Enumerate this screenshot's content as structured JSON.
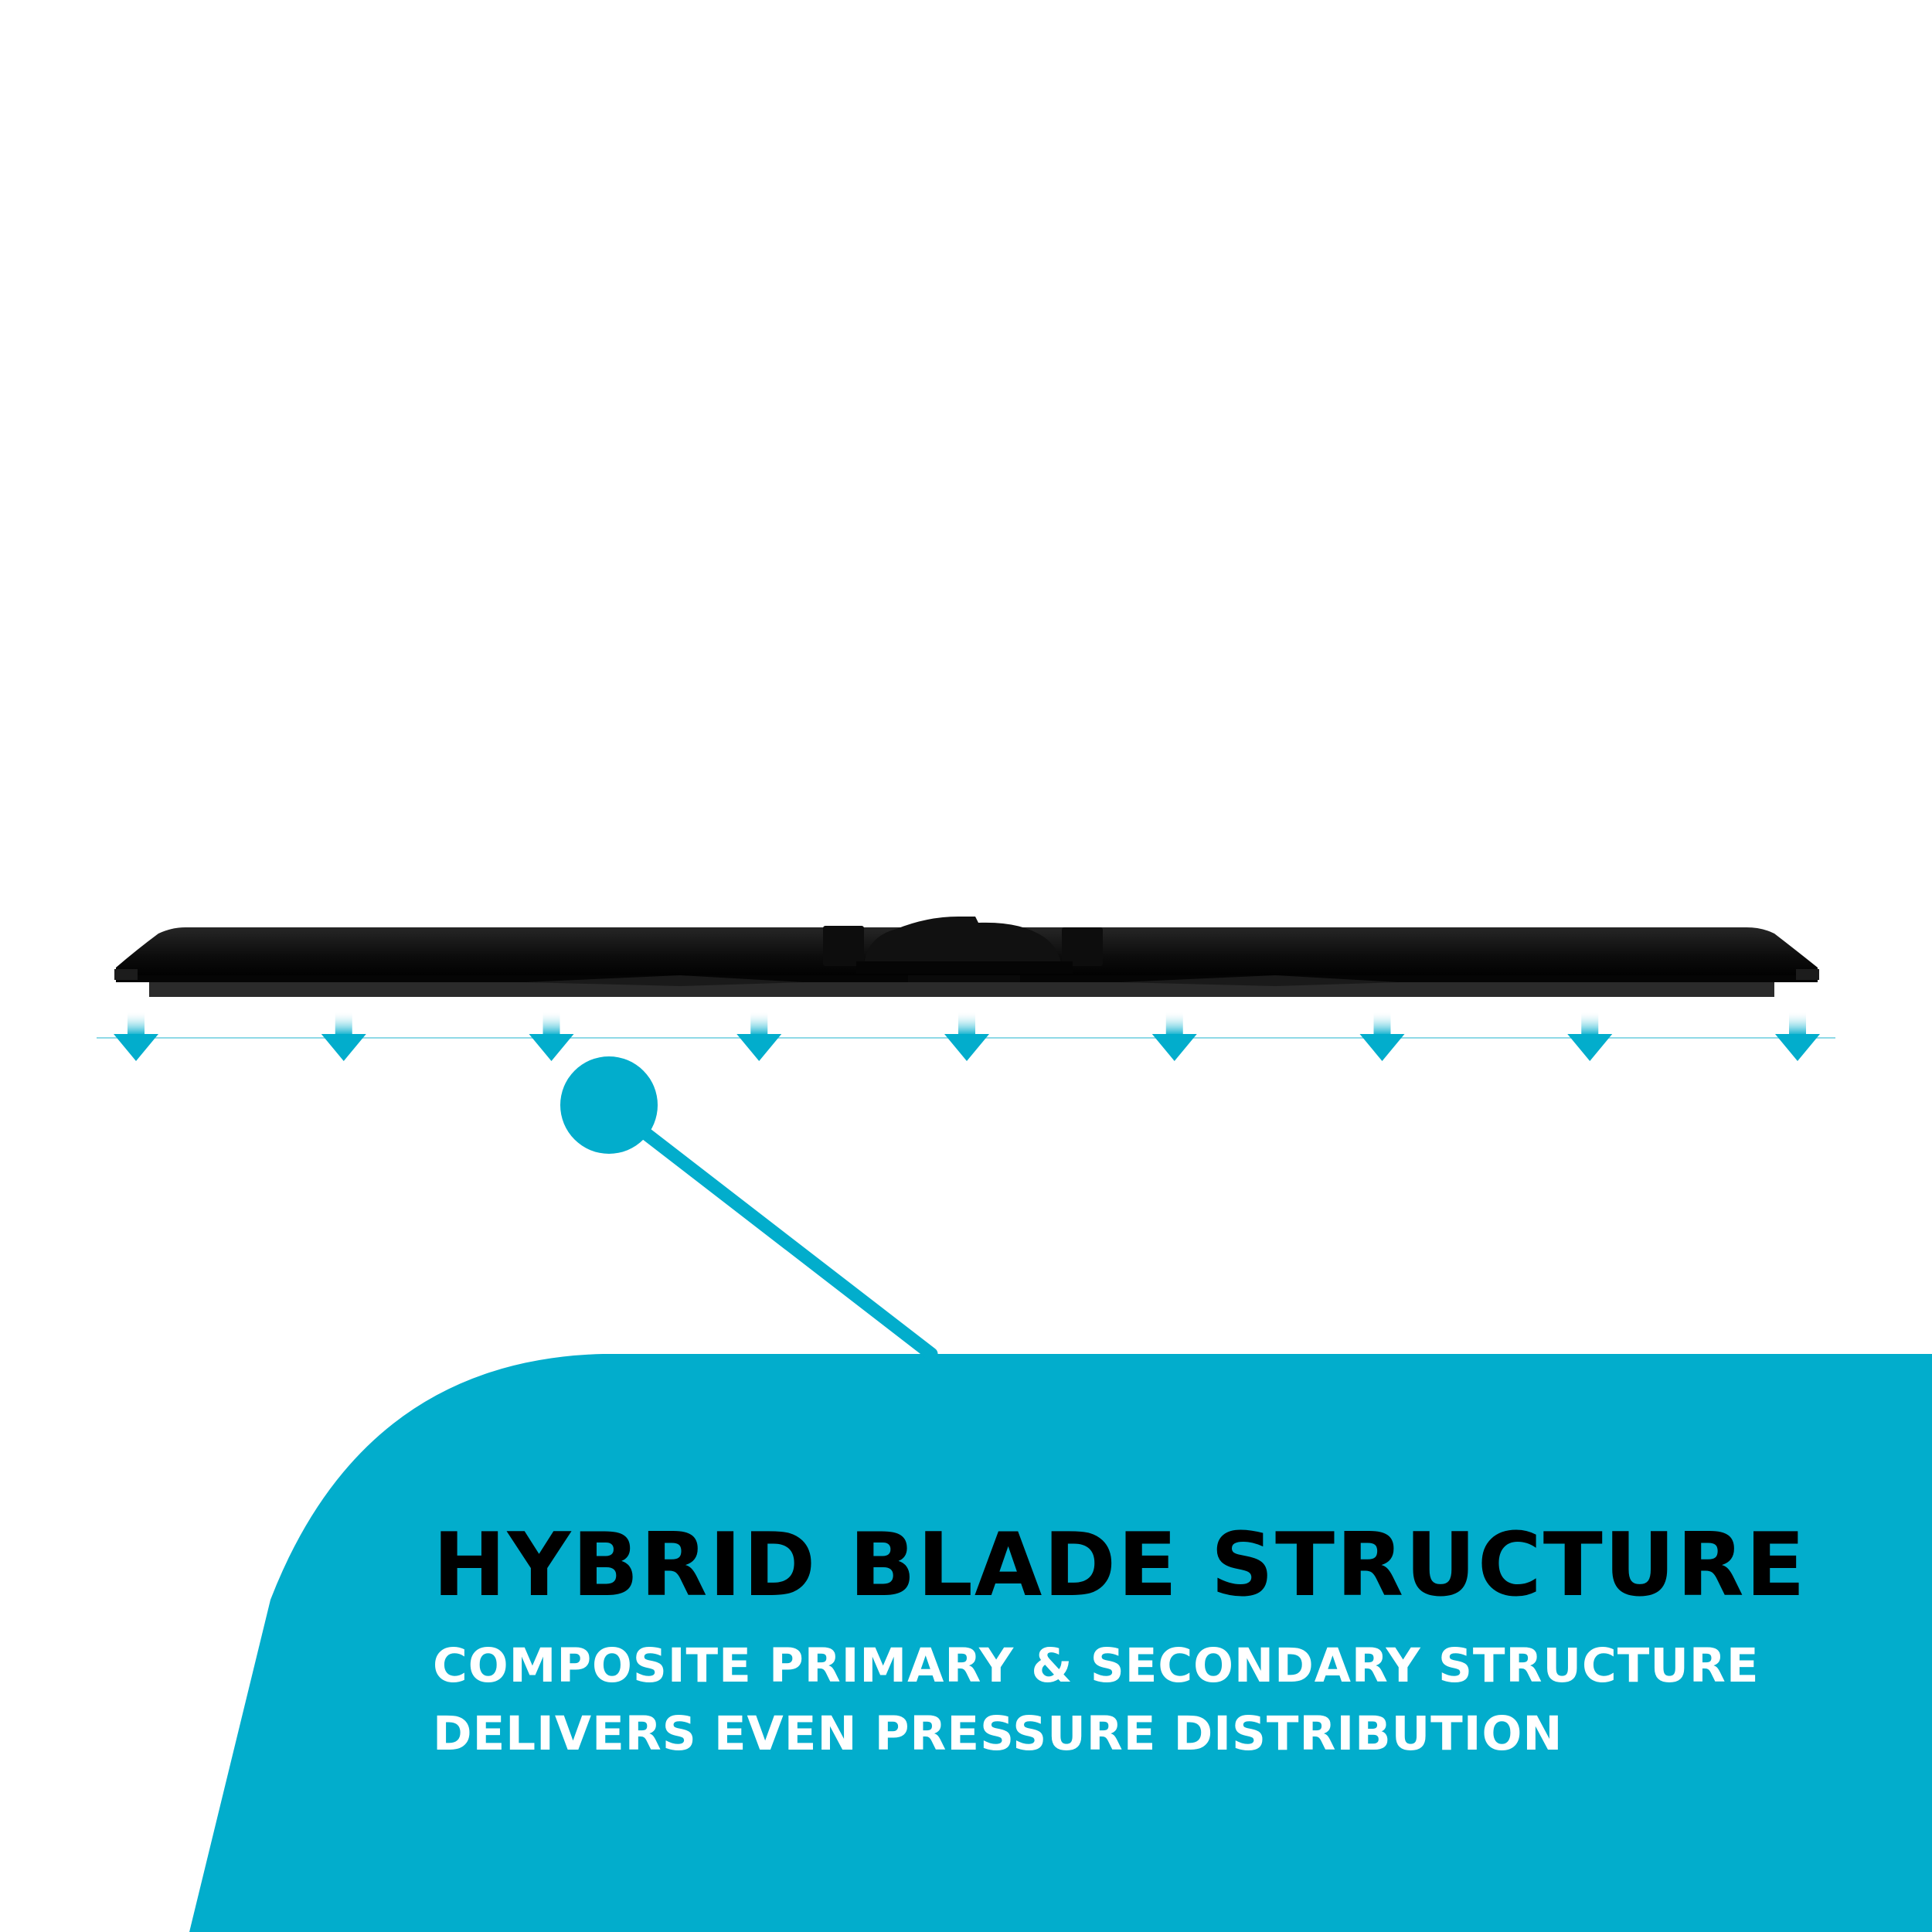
{
  "caption": {
    "headline": "HYBRID BLADE STRUCTURE",
    "subline_1": "COMPOSITE PRIMARY & SECONDARY STRUCTURE",
    "subline_2": "DELIVERS EVEN PRESSURE DISTRIBUTION"
  },
  "colors": {
    "accent": "#02adcc",
    "blade": "#111111",
    "background": "#ffffff"
  },
  "icons": {
    "pressure_arrow": "down-arrow-icon",
    "callout_dot": "callout-dot-icon"
  }
}
